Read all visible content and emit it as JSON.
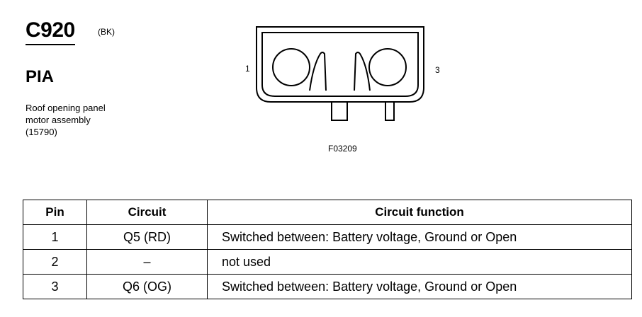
{
  "header": {
    "code": "C920",
    "color": "(BK)",
    "connector_id": "PIA",
    "description_lines": [
      "Roof opening panel",
      "motor assembly",
      "(15790)"
    ]
  },
  "diagram": {
    "pin_left_label": "1",
    "pin_right_label": "3",
    "figure_ref": "F03209"
  },
  "table": {
    "headers": [
      "Pin",
      "Circuit",
      "Circuit function"
    ],
    "rows": [
      {
        "pin": "1",
        "circuit": "Q5 (RD)",
        "function": "Switched between: Battery voltage, Ground or Open"
      },
      {
        "pin": "2",
        "circuit": "–",
        "function": "not used"
      },
      {
        "pin": "3",
        "circuit": "Q6 (OG)",
        "function": "Switched between: Battery voltage, Ground or Open"
      }
    ]
  }
}
